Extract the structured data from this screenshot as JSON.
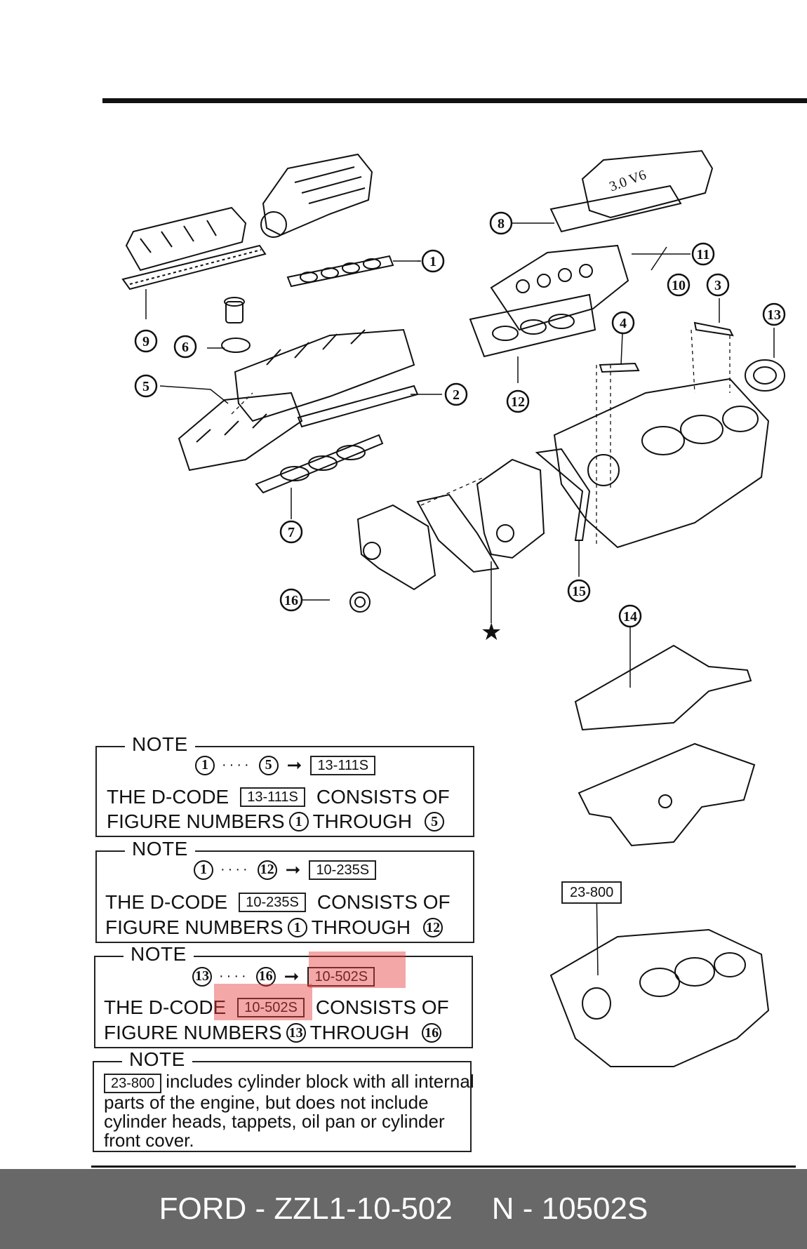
{
  "notes": [
    {
      "title": "NOTE",
      "from": "1",
      "to": "5",
      "code": "13-111S",
      "line1_a": "THE D-CODE",
      "line1_b": "CONSISTS OF",
      "line2_a": "FIGURE NUMBERS",
      "line2_b": "THROUGH"
    },
    {
      "title": "NOTE",
      "from": "1",
      "to": "12",
      "code": "10-235S",
      "line1_a": "THE D-CODE",
      "line1_b": "CONSISTS OF",
      "line2_a": "FIGURE NUMBERS",
      "line2_b": "THROUGH"
    },
    {
      "title": "NOTE",
      "from": "13",
      "to": "16",
      "code": "10-502S",
      "line1_a": "THE D-CODE",
      "line1_b": "CONSISTS OF",
      "line2_a": "FIGURE NUMBERS",
      "line2_b": "THROUGH"
    }
  ],
  "note4": {
    "title": "NOTE",
    "code": "23-800",
    "text": "includes cylinder block with all internal parts of the engine, but does not include cylinder heads, tappets, oil pan or cylinder front cover."
  },
  "block_label": "23-800",
  "callouts": [
    "1",
    "2",
    "3",
    "4",
    "5",
    "6",
    "7",
    "8",
    "9",
    "10",
    "11",
    "12",
    "13",
    "14",
    "15",
    "16"
  ],
  "valve_cover_text": "3.0 V6",
  "footer": {
    "part": "FORD - ZZL1-10-502",
    "ref": "N - 10502S"
  },
  "highlight_color": "#e63c3c"
}
